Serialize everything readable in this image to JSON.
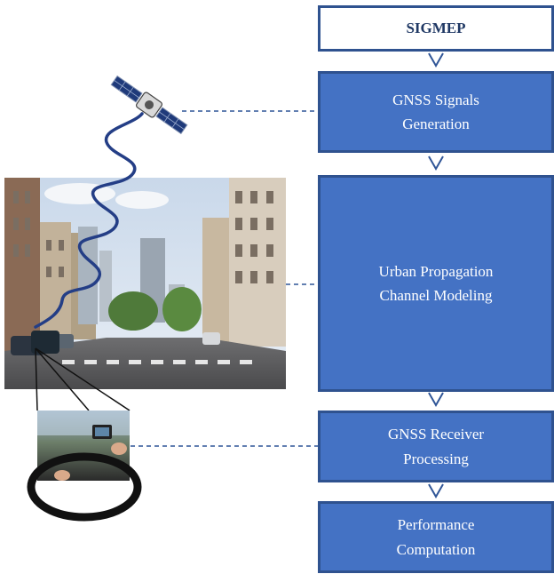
{
  "flow": {
    "sigmep": "SIGMEP",
    "gnss_signals_generation": "GNSS Signals\nGeneration",
    "urban_propagation": "Urban Propagation\nChannel Modeling",
    "gnss_receiver": "GNSS Receiver\nProcessing",
    "performance": "Performance\nComputation"
  },
  "colors": {
    "block_fill": "#4472c4",
    "block_border": "#2f528f",
    "connector": "#2f5597"
  },
  "illustrations": [
    "satellite-icon",
    "signal-wave",
    "urban-street-photo",
    "in-car-receiver-photo"
  ]
}
